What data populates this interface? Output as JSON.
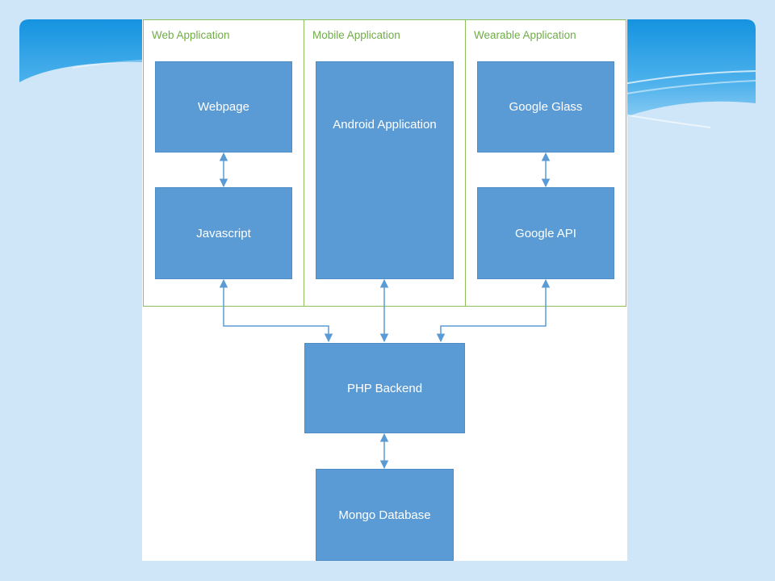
{
  "colors": {
    "slide_background": "#cfe6f8",
    "banner_blue": "#1f9be6",
    "box_fill": "#5b9bd5",
    "panel_border": "#8dbf5b",
    "panel_title": "#70ad47",
    "connector": "#5b9bd5"
  },
  "panels": [
    {
      "id": "web",
      "title": "Web Application"
    },
    {
      "id": "mobile",
      "title": "Mobile Application"
    },
    {
      "id": "wearable",
      "title": "Wearable Application"
    }
  ],
  "boxes": {
    "webpage": "Webpage",
    "javascript": "Javascript",
    "android": "Android Application",
    "google_glass": "Google Glass",
    "google_api": "Google API",
    "php_backend": "PHP Backend",
    "mongo_database": "Mongo Database"
  },
  "connections": [
    {
      "from": "webpage",
      "to": "javascript",
      "bidirectional": true
    },
    {
      "from": "google_glass",
      "to": "google_api",
      "bidirectional": true
    },
    {
      "from": "javascript",
      "to": "php_backend",
      "bidirectional": true
    },
    {
      "from": "android",
      "to": "php_backend",
      "bidirectional": true
    },
    {
      "from": "google_api",
      "to": "php_backend",
      "bidirectional": true
    },
    {
      "from": "php_backend",
      "to": "mongo_database",
      "bidirectional": true
    }
  ]
}
